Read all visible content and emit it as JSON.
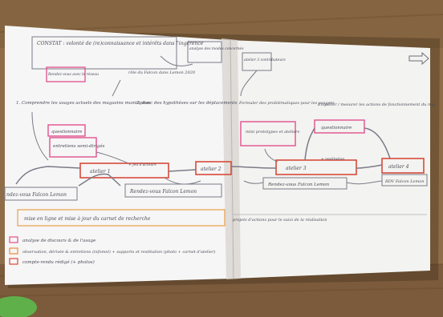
{
  "colors": {
    "pink": "#e0508c",
    "red": "#d84a3a",
    "orange": "#ee8a3c",
    "ink": "#4a4a58",
    "paper": "#f7f6f4",
    "table": "#8e6c47"
  },
  "notes": {
    "constat": "CONSTAT : volonté de (re)connaissance et intérêts dans l'ingérence",
    "rendez_top": "Rendez-vous avec le réseau",
    "role": "rôle du Falcon dans Lemon 2020",
    "box_top_right": "analyse des modes concernés",
    "q1": "1. Comprendre les usages actuels des magasins municipaux",
    "q2": "2. Avec des hypothèses sur les déplacements",
    "questionnaire_left": "questionnaire",
    "entretiens": "entretiens semi-dirigés",
    "rdv_left": "ndez-vous Falcon Lemon",
    "atelier1": "atelier 1",
    "atelier1_note": "+ jeu d'acteurs",
    "rendez_bottom": "Rendez-vous Falcon Lemon",
    "atelier2": "atelier 2",
    "right_top": "atelier 3 contributeurs",
    "right_q1": "Formuler des problématiques pour les usagers",
    "right_q2": "Enquêter / mesurer les actions de fonctionnement du maj",
    "mini": "mini prototypes et ateliers",
    "questionnaire_right": "questionnaire",
    "atelier3": "atelier 3",
    "atelier3_note": "+ restitution",
    "rdv_right": "Rendez-vous Falcon Lemon",
    "atelier4": "atelier 4",
    "falcon_lemon": "RDV Falcon Lemon",
    "bottom_line": "mise en ligne et mise à jour du carnet de recherche",
    "bottom_right": "projets d'actions pour le suivi de la réalisation",
    "legend": [
      "analyse de discours & de l'usage",
      "observation, dérivée & entretiens (infomel) + supports et restitution (photo + carnet d'atelier)",
      "compte-rendu rédigé (+ photos)"
    ]
  }
}
